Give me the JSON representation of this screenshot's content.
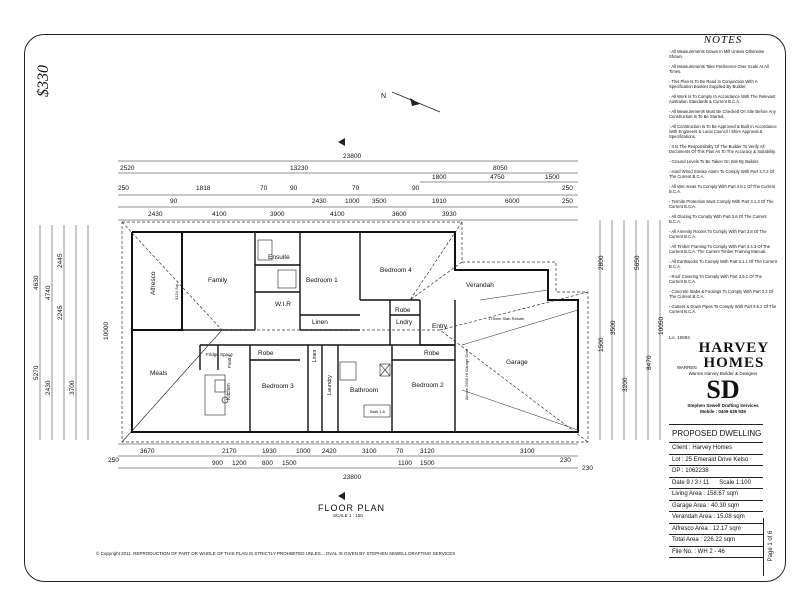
{
  "handwritten": "$330",
  "north_label": "N",
  "floor_plan_title": "FLOOR PLAN",
  "floor_plan_scale": "SCALE 1 : 100",
  "copyright": "© Copyright 2011. REPRODUCTION OF PART OR WHOLE OF THIS PLAN IS STRICTLY PROHIBITED UNLES... OVAL IS GIVEN BY STEPHEN SEWELL DRAFTING SERVICES",
  "dimensions": {
    "overall_top": "23800",
    "overall_bottom": "23800",
    "top_row2": [
      "2520",
      "13230",
      "8050"
    ],
    "top_row3": [
      "1800",
      "4750",
      "1500"
    ],
    "top_row4": [
      "250",
      "1818",
      "70",
      "90",
      "70",
      "90",
      "250"
    ],
    "top_row5": [
      "90",
      "2430",
      "1000",
      "3500",
      "1910",
      "6000",
      "250"
    ],
    "top_row6": [
      "2430",
      "4100",
      "3900",
      "4100",
      "3600",
      "3930"
    ],
    "bottom_row1": [
      "3670",
      "2170",
      "1930",
      "1000",
      "2420",
      "3100",
      "70",
      "3120",
      "3100"
    ],
    "bottom_row2": [
      "900",
      "1200",
      "800",
      "1500",
      "1100",
      "1500",
      "230"
    ],
    "bottom_left": "250",
    "bottom_right": "230",
    "left_stack": [
      "4630",
      "4740",
      "2445",
      "2245",
      "5270",
      "2430",
      "3700",
      "10000"
    ],
    "right_stack": [
      "10050",
      "8470",
      "3200",
      "3500",
      "5650",
      "2800",
      "1500"
    ]
  },
  "rooms": {
    "family": "Family",
    "alfresco": "Alfresco",
    "alfresco_size": "3124 Sq/...",
    "ensuite": "Ensuite",
    "wir": "W.I.R",
    "bedroom1": "Bedroom 1",
    "bedroom4": "Bedroom 4",
    "verandah": "Verandah",
    "verandah_note": "175mm Slab Rebate",
    "robe1": "Robe",
    "robe2": "Robe",
    "robe3": "Robe",
    "linen1": "Linen",
    "linen2": "Linen",
    "lndry": "Lndry",
    "entry": "Entry",
    "garage": "Garage",
    "meals": "Meals",
    "fridge": "Fridge Space",
    "pantry": "Pantry",
    "kitchen": "Kitchen",
    "bedroom3": "Bedroom 3",
    "laundry": "Laundry",
    "bathroom": "Bathroom",
    "bath": "Bath 1.6",
    "bedroom2": "Bedroom 2",
    "garage_note": "Alcove 2600 Hi Garage Door"
  },
  "notes": {
    "title": "NOTES",
    "items": [
      "- All Measurements Drawn In Mill Unless Otherwise Shown.",
      "- All Measurements Take Preference Over Scale At All Times.",
      "- This Plan Is To Be Read In Conjunction With A Specification Booklet Supplied By Builder.",
      "- All Work Is To Comply In Accordance With The Relevant Australian Standards & Current B.C.A.",
      "- All Measurements Must Be Checked On Site Before Any Construction Is To Be Started.",
      "- All Construction Is To Be Approved & Built In Accordance With Engineers & Local Council / Shire Approval & Specifications.",
      "- It Is The Responsibility Of The Builder To Verify All Documents Of This Plan As To The Accuracy & Suitability.",
      "- Ground Levels To Be Taken On Site By Builder.",
      "- Hard Wired Smoke Alarm To Comply With Part 3.7.2 Of The Current B.C.A.",
      "- All Wet Areas To Comply With Part 3.8.1 Of The Current B.C.A.",
      "- Termite Protection Must Comply With Part 3.1.3 Of The Current B.C.A.",
      "- All Glazing To Comply With Part 3.6 Of The Current B.C.A.",
      "- All Amenity Rooms To Comply With Part 3.8 Of The Current B.C.A.",
      "- All Timber Framing To Comply With Part 3.4.3 Of The Current B.C.A. The Current Timber Framing Manual.",
      "- All Earthworks To Comply With Part 3.1.1 Of The Current B.C.A.",
      "- Roof Covering To Comply With Part 3.5.1 Of The Current B.C.A.",
      "- Concrete Slabs & Footings To Comply With Part 3.2 Of The Current B.C.A.",
      "- Gutters & Down Pipes To Comply With Part 3.5.2 Of The Current B.C.A."
    ]
  },
  "logo": {
    "harvey": "HARVEY",
    "homes": "HOMES",
    "harvey_sub": "Warren Harvey Builder & Designer",
    "warren": "WARREN",
    "sd": "SD",
    "company": "Stephen Sewell Drafting Services",
    "mobile": "Mobile : 0409 635 939",
    "lic": "Lic. 10693"
  },
  "titleblock": {
    "project": "PROPOSED DWELLING (1)",
    "client": "Client : Harvey Homes",
    "lot": "Lot : 25 Emerald Drive Kelso",
    "dp": "DP : 1062238",
    "date": "Date 9 / 3 / 11",
    "scale": "Scale 1:100",
    "living": "Living Area : 158.67 sqm",
    "garage": "Garage Area : 40.30 sqm",
    "verandah": "Verandah Area : 15.08 sqm",
    "alfresco": "Alfresco Area : 12.17 sqm",
    "total": "Total Area : 226.22 sqm",
    "file": "File No. : WH 2 - 46",
    "page": "Page 1 of 6"
  }
}
